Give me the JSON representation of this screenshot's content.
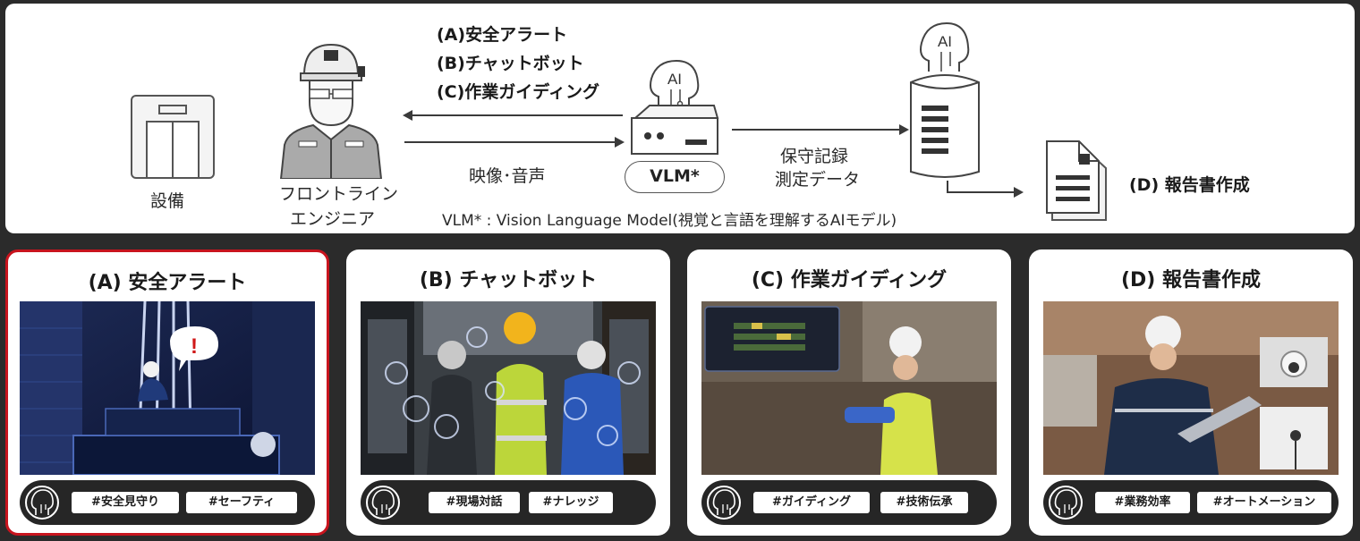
{
  "diagram": {
    "equipment_label": "設備",
    "engineer_label_line1": "フロントライン",
    "engineer_label_line2": "エンジニア",
    "outputs": [
      "(A)安全アラート",
      "(B)チャットボット",
      "(C)作業ガイディング"
    ],
    "input_label": "映像･音声",
    "device_ai_text": "AI",
    "vlm_label": "VLM*",
    "records_line1": "保守記録",
    "records_line2": "測定データ",
    "server_ai_text": "AI",
    "report_label": "(D) 報告書作成",
    "footnote": "VLM* : Vision Language Model(視覚と言語を理解するAIモデル)"
  },
  "cards": [
    {
      "title": "(A) 安全アラート",
      "ai_text": "AI",
      "alert_mark": "!",
      "tags": [
        "#安全見守り",
        "#セーフティ"
      ]
    },
    {
      "title": "(B) チャットボット",
      "ai_text": "AI",
      "tags": [
        "#現場対話",
        "#ナレッジ"
      ]
    },
    {
      "title": "(C) 作業ガイディング",
      "ai_text": "AI",
      "tags": [
        "#ガイディング",
        "#技術伝承"
      ]
    },
    {
      "title": "(D) 報告書作成",
      "ai_text": "AI",
      "tags": [
        "#業務効率",
        "#オートメーション"
      ]
    }
  ],
  "colors": {
    "selected_border": "#c8141e",
    "tag_bar": "#262626",
    "panel": "#ffffff",
    "background": "#2b2b2b"
  }
}
